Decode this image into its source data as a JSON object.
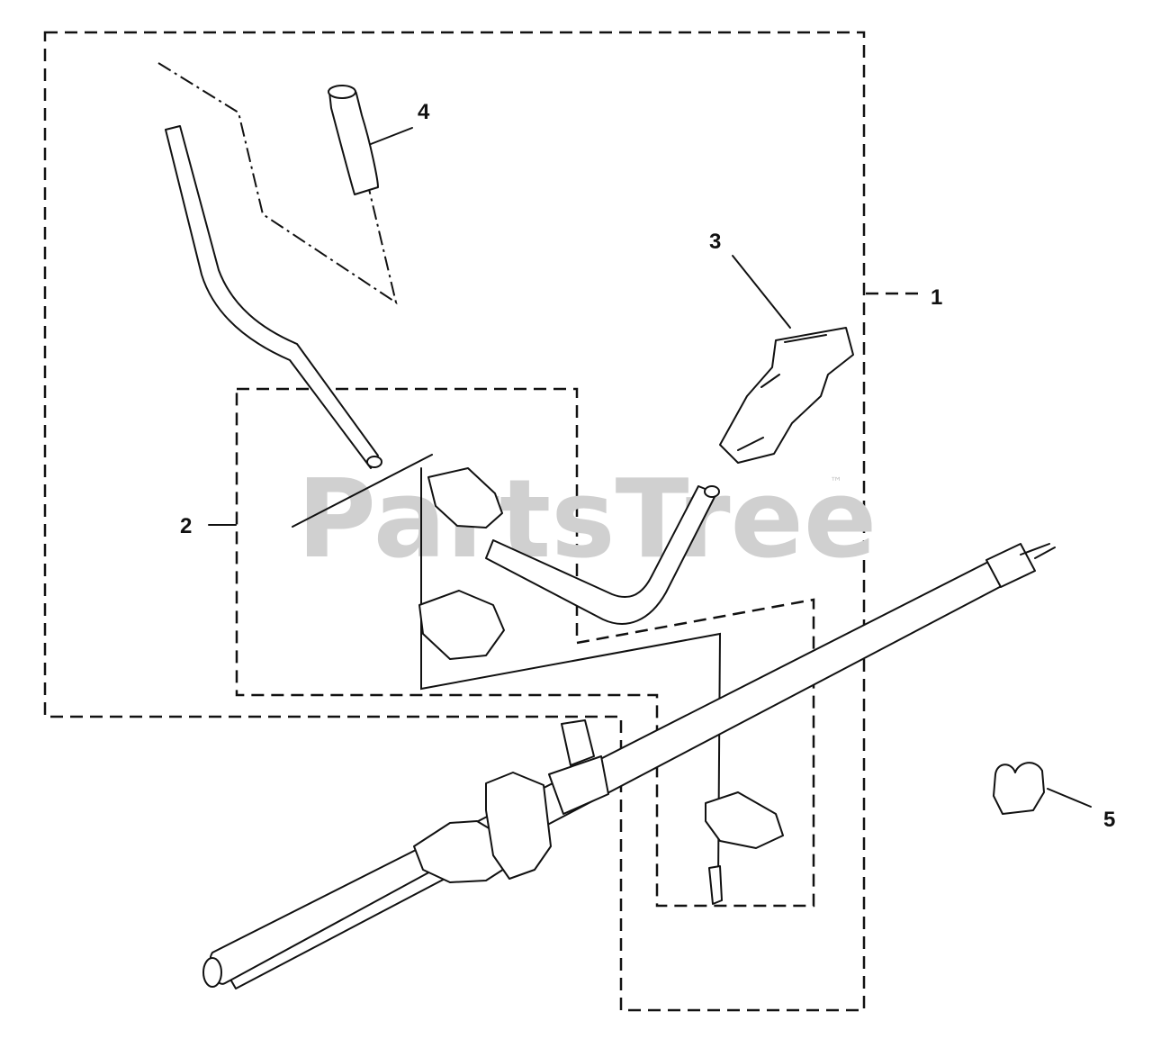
{
  "watermark": {
    "text": "PartsTree",
    "trademark": "™"
  },
  "callouts": [
    {
      "id": "1",
      "label": "1"
    },
    {
      "id": "2",
      "label": "2"
    },
    {
      "id": "3",
      "label": "3"
    },
    {
      "id": "4",
      "label": "4"
    },
    {
      "id": "5",
      "label": "5"
    }
  ],
  "colors": {
    "ink": "#111111",
    "background": "#ffffff",
    "watermark": "#d0d0d0"
  }
}
